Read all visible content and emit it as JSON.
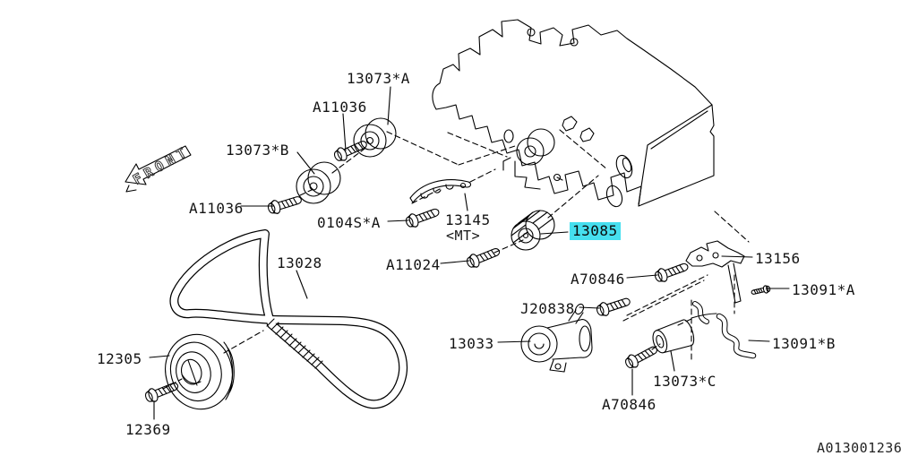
{
  "diagram": {
    "front_label": "FRONT",
    "doc_code": "A013001236",
    "highlighted_part": "13085",
    "highlight_color": "#46dfef",
    "line_color": "#000000",
    "background_color": "#ffffff",
    "labels": [
      {
        "part": "13073*A",
        "text": "13073*A"
      },
      {
        "part": "A11036",
        "text": "A11036"
      },
      {
        "part": "13073*B",
        "text": "13073*B"
      },
      {
        "part": "A11036",
        "text": "A11036"
      },
      {
        "part": "0104S*A",
        "text": "0104S*A"
      },
      {
        "part": "13145",
        "text": "13145",
        "note": "<MT>"
      },
      {
        "part": "13085",
        "text": "13085",
        "highlighted": true
      },
      {
        "part": "13028",
        "text": "13028"
      },
      {
        "part": "A11024",
        "text": "A11024"
      },
      {
        "part": "A70846",
        "text": "A70846"
      },
      {
        "part": "13156",
        "text": "13156"
      },
      {
        "part": "13091*A",
        "text": "13091*A"
      },
      {
        "part": "J20838",
        "text": "J20838"
      },
      {
        "part": "13033",
        "text": "13033"
      },
      {
        "part": "13091*B",
        "text": "13091*B"
      },
      {
        "part": "12305",
        "text": "12305"
      },
      {
        "part": "13073*C",
        "text": "13073*C"
      },
      {
        "part": "A70846",
        "text": "A70846"
      },
      {
        "part": "12369",
        "text": "12369"
      }
    ]
  }
}
